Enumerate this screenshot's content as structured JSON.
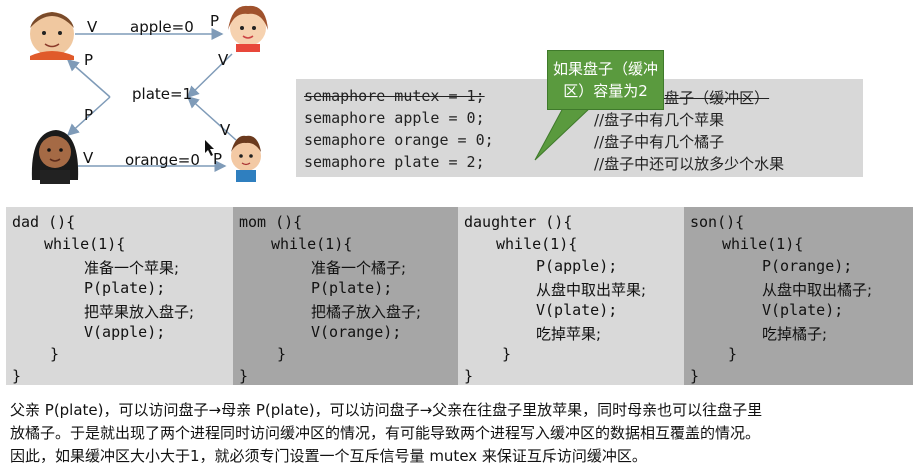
{
  "diagram": {
    "edges": [
      {
        "id": "dad-apple",
        "label_v": "V",
        "label_p": "P",
        "value": "apple=0"
      },
      {
        "id": "mom-orange",
        "label_v": "V",
        "label_p": "P",
        "value": "orange=0"
      },
      {
        "id": "plate",
        "value": "plate=1",
        "p_upper": "P",
        "p_lower": "P",
        "v_upper": "V",
        "v_lower": "V"
      }
    ],
    "people": [
      "dad",
      "daughter",
      "mom",
      "son"
    ]
  },
  "semaphores": {
    "lines": [
      {
        "code": "semaphore mutex = 1;",
        "comment": "//互斥访问盘子（缓冲区）",
        "struck": true
      },
      {
        "code": "semaphore apple = 0;",
        "comment": "//盘子中有几个苹果",
        "struck": false
      },
      {
        "code": "semaphore orange = 0;",
        "comment": "//盘子中有几个橘子",
        "struck": false
      },
      {
        "code": "semaphore plate = 2;",
        "comment": "//盘子中还可以放多少个水果",
        "struck": false
      }
    ],
    "callout": {
      "line1": "如果盘子（缓冲",
      "line2": "区）容量为2"
    }
  },
  "panels": [
    {
      "name": "dad",
      "bg": "#d9d9d9",
      "lines": [
        "dad (){",
        "while(1){",
        "准备一个苹果;",
        "P(plate);",
        "把苹果放入盘子;",
        "V(apple);",
        "}",
        "}"
      ]
    },
    {
      "name": "mom",
      "bg": "#a6a6a6",
      "lines": [
        "mom (){",
        "while(1){",
        "准备一个橘子;",
        "P(plate);",
        "把橘子放入盘子;",
        "V(orange);",
        "}",
        "}"
      ]
    },
    {
      "name": "daughter",
      "bg": "#d9d9d9",
      "lines": [
        "daughter (){",
        "while(1){",
        "P(apple);",
        "从盘中取出苹果;",
        "V(plate);",
        "吃掉苹果;",
        "}",
        "}"
      ]
    },
    {
      "name": "son",
      "bg": "#a6a6a6",
      "lines": [
        "son(){",
        "while(1){",
        "P(orange);",
        "从盘中取出橘子;",
        "V(plate);",
        "吃掉橘子;",
        "}",
        "}"
      ]
    }
  ],
  "explanation": {
    "lines": [
      "父亲 P(plate)，可以访问盘子→母亲 P(plate)，可以访问盘子→父亲在往盘子里放苹果，同时母亲也可以往盘子里",
      "放橘子。于是就出现了两个进程同时访问缓冲区的情况，有可能导致两个进程写入缓冲区的数据相互覆盖的情况。",
      "因此，如果缓冲区大小大于1，就必须专门设置一个互斥信号量 mutex 来保证互斥访问缓冲区。"
    ]
  },
  "colors": {
    "callout": "#5a9a3e",
    "light_panel": "#d9d9d9",
    "dark_panel": "#a6a6a6",
    "arrow": "#7f9bb8"
  }
}
